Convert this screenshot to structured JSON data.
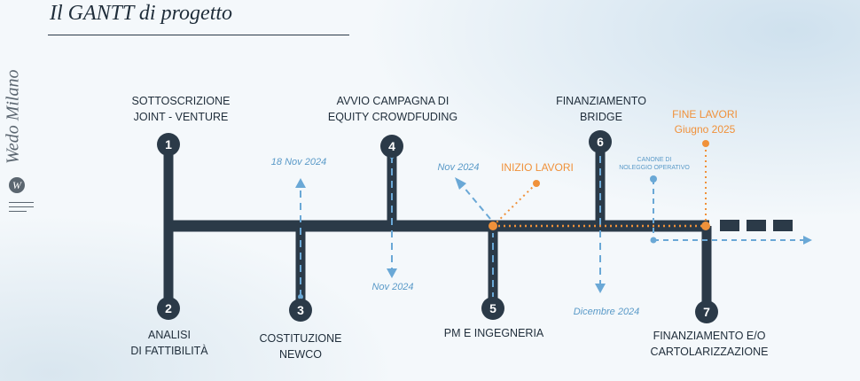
{
  "title": "Il GANTT di progetto",
  "brand": {
    "name": "Wedo Milano",
    "logo_letter": "W"
  },
  "milestones": [
    {
      "number": "1",
      "label_line1": "SOTTOSCRIZIONE",
      "label_line2": "JOINT - VENTURE"
    },
    {
      "number": "2",
      "label_line1": "ANALISI",
      "label_line2": "DI FATTIBILITÀ"
    },
    {
      "number": "3",
      "label_line1": "COSTITUZIONE",
      "label_line2": "NEWCO"
    },
    {
      "number": "4",
      "label_line1": "AVVIO CAMPAGNA DI",
      "label_line2": "EQUITY CROWDFUDING"
    },
    {
      "number": "5",
      "label_line1": "PM E INGEGNERIA",
      "label_line2": ""
    },
    {
      "number": "6",
      "label_line1": "FINANZIAMENTO",
      "label_line2": "BRIDGE"
    },
    {
      "number": "7",
      "label_line1": "FINANZIAMENTO E/O",
      "label_line2": "CARTOLARIZZAZIONE"
    }
  ],
  "dates": {
    "d3": "18 Nov 2024",
    "d4": "Nov 2024",
    "d5": "Nov 2024",
    "d6": "Dicembre 2024"
  },
  "inizio_lavori": "INIZIO LAVORI",
  "fine_lavori": {
    "line1": "FINE LAVORI",
    "line2": "Giugno 2025"
  },
  "canone": {
    "line1": "CANONE DI",
    "line2": "NOLEGGIO OPERATIVO"
  },
  "colors": {
    "track": "#2b3a48",
    "blue": "#6aa8d6",
    "orange": "#f0913a"
  }
}
